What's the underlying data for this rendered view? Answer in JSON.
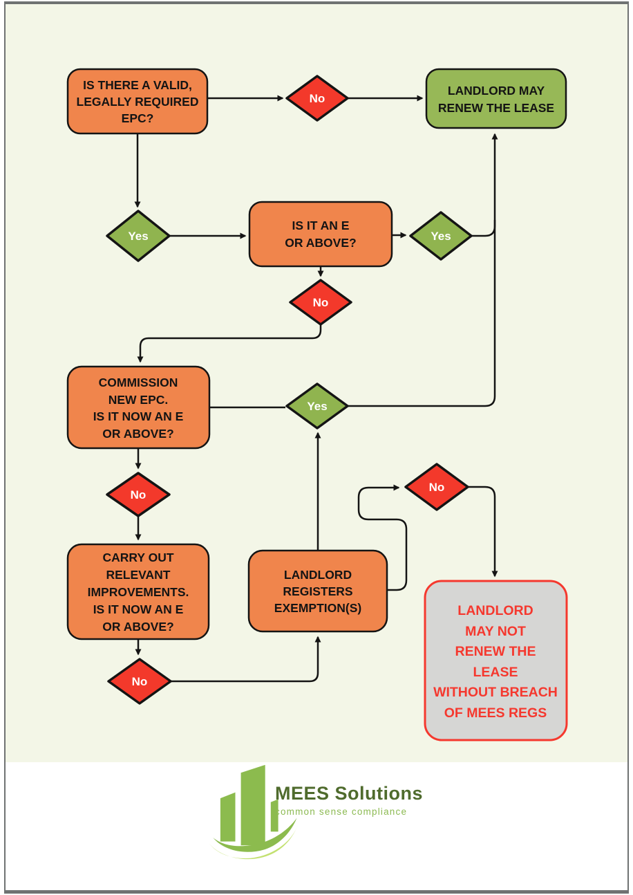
{
  "palette": {
    "background": "#F3F6E7",
    "page_white": "#FFFFFF",
    "frame_gray": "#6F7272",
    "node_orange": "#F0854C",
    "node_green_box": "#97B857",
    "node_green_diamond": "#90B44F",
    "node_red": "#F3392B",
    "result_gray_fill": "#D6D6D4",
    "result_red_border": "#F5382E",
    "result_red_text": "#F5382E",
    "edge_black": "#141414",
    "brand_green_dark": "#4F6B2D",
    "brand_green_light": "#8CBA52",
    "brand_bar_green": "#8CBB4E",
    "brand_swoosh_light": "#C3E171"
  },
  "flowchart": {
    "nodes": {
      "epc_question": {
        "type": "process",
        "lines": [
          "IS THERE A VALID,",
          "LEGALLY REQUIRED",
          "EPC?"
        ]
      },
      "no_epc": {
        "type": "decision",
        "label": "No"
      },
      "renew_lease": {
        "type": "terminal",
        "lines": [
          "LANDLORD MAY",
          "RENEW THE LEASE"
        ]
      },
      "yes_epc": {
        "type": "decision",
        "label": "Yes"
      },
      "e_or_above": {
        "type": "process",
        "lines": [
          "IS IT AN E",
          "OR ABOVE?"
        ]
      },
      "yes_e": {
        "type": "decision",
        "label": "Yes"
      },
      "no_e": {
        "type": "decision",
        "label": "No"
      },
      "commission_epc": {
        "type": "process",
        "lines": [
          "COMMISSION",
          "NEW EPC.",
          "IS IT NOW AN E",
          "OR ABOVE?"
        ]
      },
      "yes_new_e": {
        "type": "decision",
        "label": "Yes"
      },
      "no_new_e": {
        "type": "decision",
        "label": "No"
      },
      "improvements": {
        "type": "process",
        "lines": [
          "CARRY OUT",
          "RELEVANT",
          "IMPROVEMENTS.",
          "IS IT NOW AN E",
          "OR ABOVE?"
        ]
      },
      "no_improved": {
        "type": "decision",
        "label": "No"
      },
      "register_exemptions": {
        "type": "process",
        "lines": [
          "LANDLORD",
          "REGISTERS",
          "EXEMPTION(S)"
        ]
      },
      "no_exemption": {
        "type": "decision",
        "label": "No"
      },
      "may_not_renew": {
        "type": "terminal",
        "lines": [
          "LANDLORD",
          "MAY NOT",
          "RENEW THE",
          "LEASE",
          "WITHOUT BREACH",
          "OF MEES REGS"
        ]
      }
    }
  },
  "footer": {
    "brand": "MEES Solutions",
    "tagline": "common sense compliance"
  }
}
